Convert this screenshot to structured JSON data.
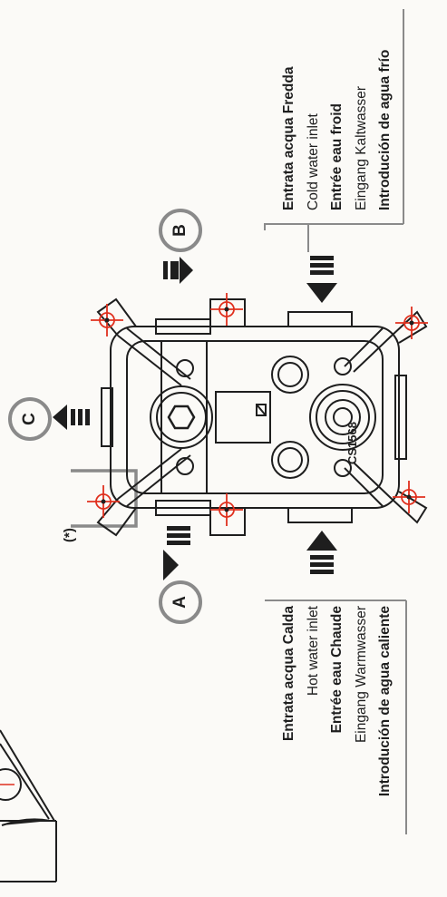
{
  "callouts": {
    "a": "A",
    "b": "B",
    "c": "C",
    "star": "(*)"
  },
  "model_code": "CS1568",
  "hot_inlet": {
    "it": "Entrata acqua Calda",
    "en": "Hot water inlet",
    "fr": "Entrée eau Chaude",
    "de": "Eingang Warmwasser",
    "es": "Introdución de agua caliente"
  },
  "cold_inlet": {
    "it": "Entrata acqua Fredda",
    "en": "Cold water inlet",
    "fr": "Entrée eau froid",
    "de": "Eingang Kaltwasser",
    "es": "Introdución de agua frío"
  },
  "colors": {
    "ink": "#1e1e1e",
    "grey_line": "#8a8a8a",
    "center_mark": "#e0301e",
    "background": "#fbfaf7"
  }
}
